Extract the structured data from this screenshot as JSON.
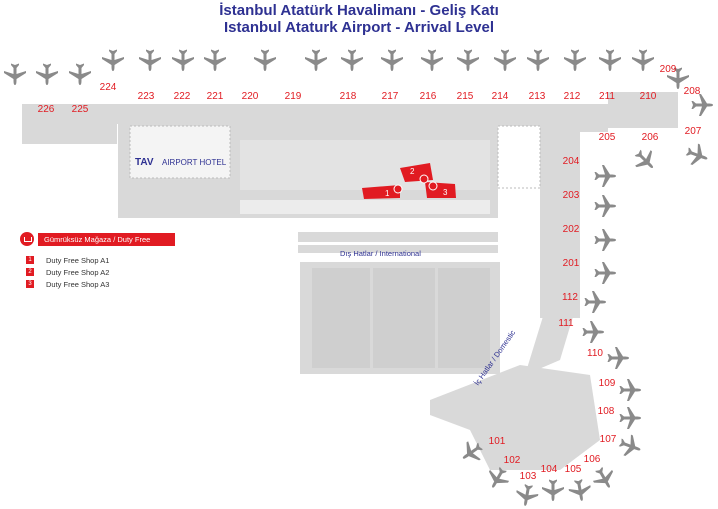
{
  "title_tr": "İstanbul Atatürk Havalimanı - Geliş Katı",
  "title_en": "Istanbul Ataturk Airport - Arrival Level",
  "hotel_logo": "TAV",
  "hotel_text": "AIRPORT HOTEL",
  "label_international": "Dış Hatlar / International",
  "label_domestic": "İç Hatlar / Domestic",
  "legend": {
    "duty_free": "Gümrüksüz Mağaza / Duty Free",
    "shops": [
      {
        "num": "1",
        "name": "Duty Free Shop A1"
      },
      {
        "num": "2",
        "name": "Duty Free Shop A2"
      },
      {
        "num": "3",
        "name": "Duty Free Shop A3"
      }
    ]
  },
  "shop_markers": [
    "1",
    "2",
    "3"
  ],
  "gates_top": [
    "226",
    "225",
    "224",
    "223",
    "222",
    "221",
    "220",
    "219",
    "218",
    "217",
    "216",
    "215",
    "214",
    "213",
    "212",
    "211",
    "210",
    "209",
    "208"
  ],
  "gates_right": [
    "207",
    "206",
    "205",
    "204",
    "203",
    "202",
    "201",
    "112",
    "111",
    "110",
    "109",
    "108",
    "107",
    "106",
    "105",
    "104",
    "103",
    "102",
    "101"
  ],
  "colors": {
    "title": "#2e3192",
    "gate": "#e11b22",
    "building": "#d6d6d6",
    "plane": "#8a8a8a"
  }
}
